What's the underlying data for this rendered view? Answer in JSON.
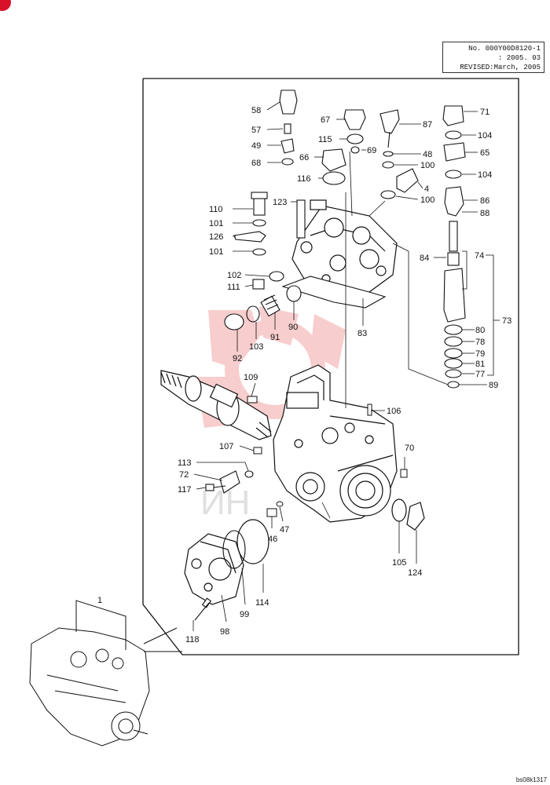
{
  "info": {
    "line1": "No. 000Y00D8120-1",
    "line2": ":     2005. 03",
    "line3": "REVISED:March, 2005"
  },
  "watermark": "ИН",
  "reference_code": "bs08k1317",
  "colors": {
    "accent": "#d8102a",
    "watermark": "#f4b8b8",
    "line": "#111111"
  },
  "labels": [
    {
      "id": "58",
      "text": "58"
    },
    {
      "id": "57",
      "text": "57"
    },
    {
      "id": "49",
      "text": "49"
    },
    {
      "id": "68",
      "text": "68"
    },
    {
      "id": "67",
      "text": "67"
    },
    {
      "id": "115",
      "text": "115"
    },
    {
      "id": "69",
      "text": "69"
    },
    {
      "id": "66",
      "text": "66"
    },
    {
      "id": "116",
      "text": "116"
    },
    {
      "id": "87",
      "text": "87"
    },
    {
      "id": "48",
      "text": "48"
    },
    {
      "id": "100a",
      "text": "100"
    },
    {
      "id": "4",
      "text": "4"
    },
    {
      "id": "100b",
      "text": "100"
    },
    {
      "id": "71",
      "text": "71"
    },
    {
      "id": "104a",
      "text": "104"
    },
    {
      "id": "65",
      "text": "65"
    },
    {
      "id": "104b",
      "text": "104"
    },
    {
      "id": "86",
      "text": "86"
    },
    {
      "id": "88",
      "text": "88"
    },
    {
      "id": "110",
      "text": "110"
    },
    {
      "id": "123",
      "text": "123"
    },
    {
      "id": "101a",
      "text": "101"
    },
    {
      "id": "126",
      "text": "126"
    },
    {
      "id": "101b",
      "text": "101"
    },
    {
      "id": "84",
      "text": "84"
    },
    {
      "id": "74",
      "text": "74"
    },
    {
      "id": "102",
      "text": "102"
    },
    {
      "id": "111",
      "text": "111"
    },
    {
      "id": "73",
      "text": "73"
    },
    {
      "id": "92",
      "text": "92"
    },
    {
      "id": "103",
      "text": "103"
    },
    {
      "id": "91",
      "text": "91"
    },
    {
      "id": "90",
      "text": "90"
    },
    {
      "id": "83",
      "text": "83"
    },
    {
      "id": "80",
      "text": "80"
    },
    {
      "id": "78",
      "text": "78"
    },
    {
      "id": "79",
      "text": "79"
    },
    {
      "id": "81",
      "text": "81"
    },
    {
      "id": "77",
      "text": "77"
    },
    {
      "id": "89",
      "text": "89"
    },
    {
      "id": "109",
      "text": "109"
    },
    {
      "id": "106",
      "text": "106"
    },
    {
      "id": "107",
      "text": "107"
    },
    {
      "id": "70",
      "text": "70"
    },
    {
      "id": "113",
      "text": "113"
    },
    {
      "id": "72",
      "text": "72"
    },
    {
      "id": "117",
      "text": "117"
    },
    {
      "id": "46",
      "text": "46"
    },
    {
      "id": "47",
      "text": "47"
    },
    {
      "id": "105",
      "text": "105"
    },
    {
      "id": "124",
      "text": "124"
    },
    {
      "id": "114",
      "text": "114"
    },
    {
      "id": "99",
      "text": "99"
    },
    {
      "id": "98",
      "text": "98"
    },
    {
      "id": "118",
      "text": "118"
    },
    {
      "id": "1",
      "text": "1"
    }
  ]
}
